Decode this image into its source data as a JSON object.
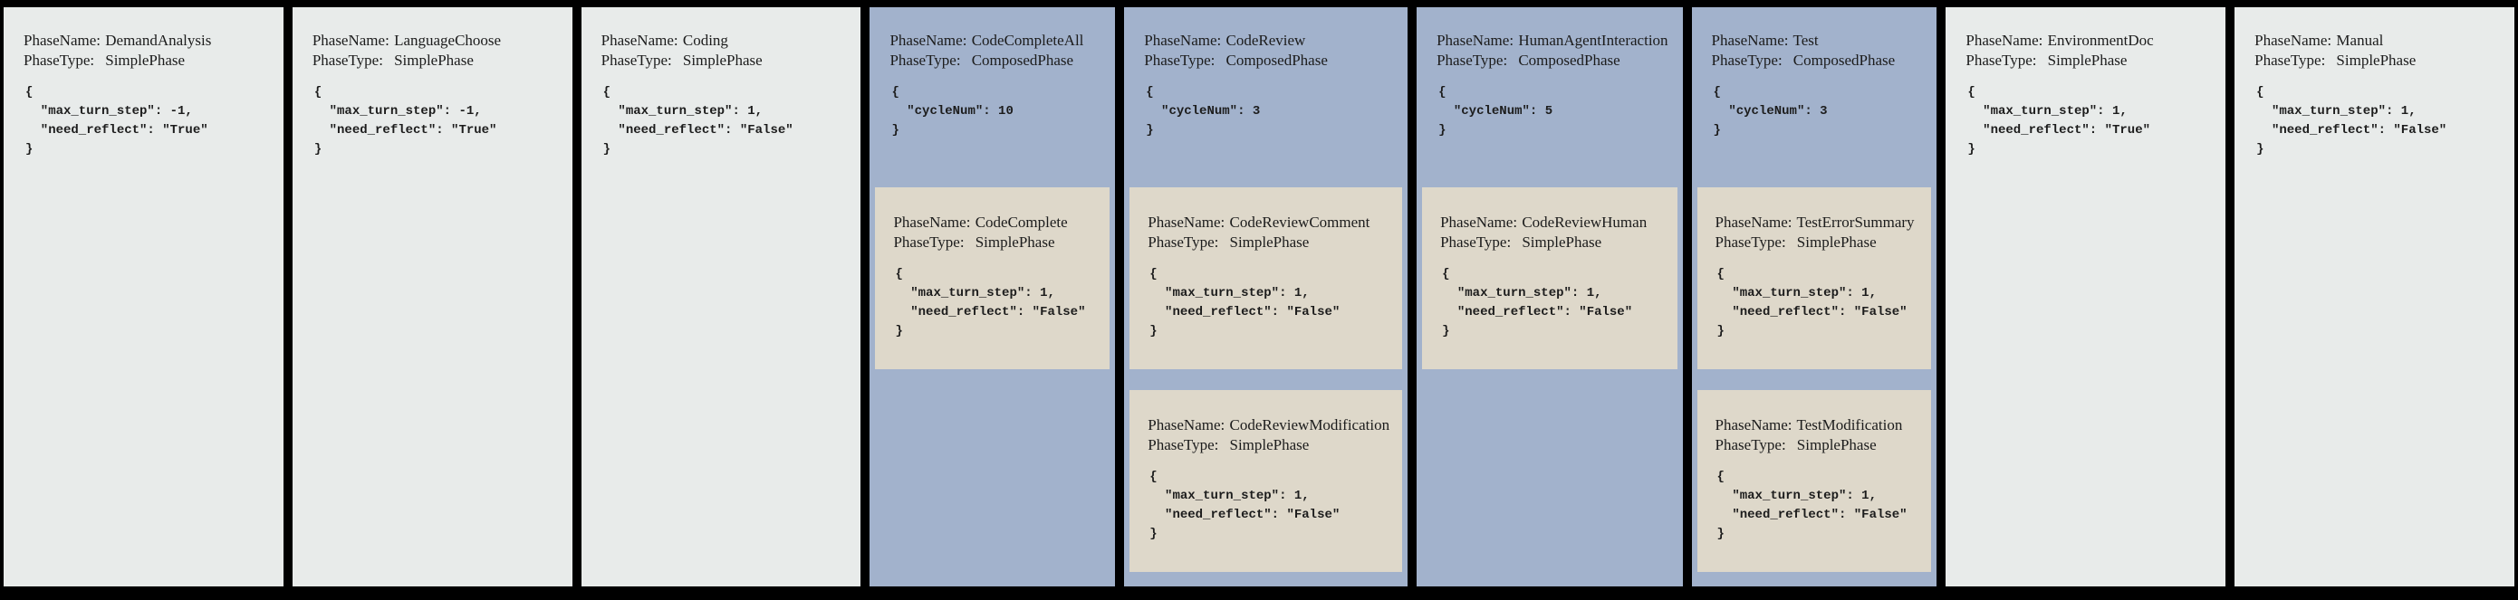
{
  "palette": {
    "background": "#000000",
    "simple_phase_card": "#e8ebea",
    "composed_phase_card": "#a2b2cc",
    "sub_phase_card": "#ded8ca",
    "text": "#1c1c1c"
  },
  "labels": {
    "phase_name": "PhaseName:",
    "phase_type": "PhaseType:"
  },
  "phases": [
    {
      "name": "DemandAnalysis",
      "type": "SimplePhase",
      "config": "{\n  \"max_turn_step\": -1,\n  \"need_reflect\": \"True\"\n}"
    },
    {
      "name": "LanguageChoose",
      "type": "SimplePhase",
      "config": "{\n  \"max_turn_step\": -1,\n  \"need_reflect\": \"True\"\n}"
    },
    {
      "name": "Coding",
      "type": "SimplePhase",
      "config": "{\n  \"max_turn_step\": 1,\n  \"need_reflect\": \"False\"\n}"
    },
    {
      "name": "CodeCompleteAll",
      "type": "ComposedPhase",
      "config": "{\n  \"cycleNum\": 10\n}",
      "sub_phases": [
        {
          "name": "CodeComplete",
          "type": "SimplePhase",
          "config": "{\n  \"max_turn_step\": 1,\n  \"need_reflect\": \"False\"\n}"
        }
      ]
    },
    {
      "name": "CodeReview",
      "type": "ComposedPhase",
      "config": "{\n  \"cycleNum\": 3\n}",
      "sub_phases": [
        {
          "name": "CodeReviewComment",
          "type": "SimplePhase",
          "config": "{\n  \"max_turn_step\": 1,\n  \"need_reflect\": \"False\"\n}"
        },
        {
          "name": "CodeReviewModification",
          "type": "SimplePhase",
          "config": "{\n  \"max_turn_step\": 1,\n  \"need_reflect\": \"False\"\n}"
        }
      ]
    },
    {
      "name": "HumanAgentInteraction",
      "type": "ComposedPhase",
      "config": "{\n  \"cycleNum\": 5\n}",
      "sub_phases": [
        {
          "name": "CodeReviewHuman",
          "type": "SimplePhase",
          "config": "{\n  \"max_turn_step\": 1,\n  \"need_reflect\": \"False\"\n}"
        }
      ]
    },
    {
      "name": "Test",
      "type": "ComposedPhase",
      "config": "{\n  \"cycleNum\": 3\n}",
      "sub_phases": [
        {
          "name": "TestErrorSummary",
          "type": "SimplePhase",
          "config": "{\n  \"max_turn_step\": 1,\n  \"need_reflect\": \"False\"\n}"
        },
        {
          "name": "TestModification",
          "type": "SimplePhase",
          "config": "{\n  \"max_turn_step\": 1,\n  \"need_reflect\": \"False\"\n}"
        }
      ]
    },
    {
      "name": "EnvironmentDoc",
      "type": "SimplePhase",
      "config": "{\n  \"max_turn_step\": 1,\n  \"need_reflect\": \"True\"\n}"
    },
    {
      "name": "Manual",
      "type": "SimplePhase",
      "config": "{\n  \"max_turn_step\": 1,\n  \"need_reflect\": \"False\"\n}"
    }
  ]
}
